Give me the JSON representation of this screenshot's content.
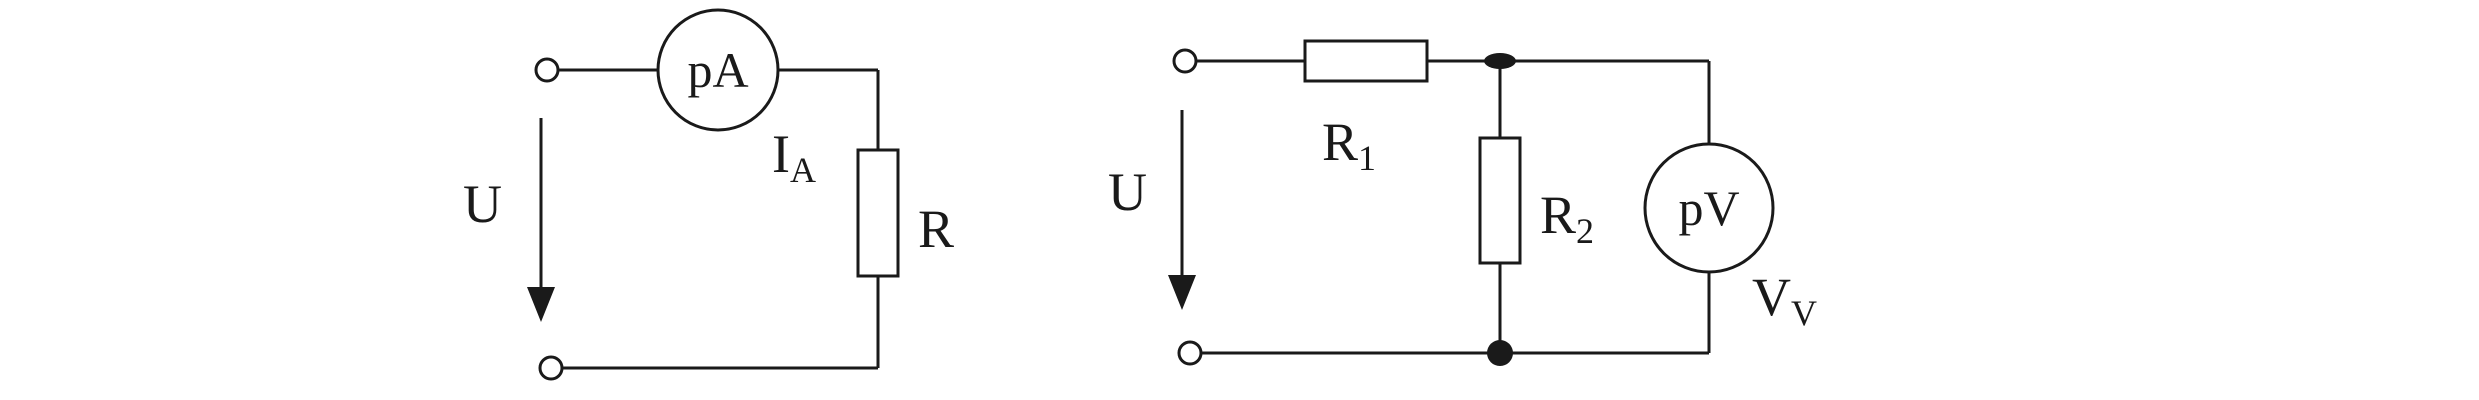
{
  "circuit_a": {
    "voltage_label": "U",
    "ammeter_label": "pA",
    "current_main": "I",
    "current_sub": "A",
    "resistor_label": "R"
  },
  "circuit_b": {
    "voltage_label": "U",
    "r1_main": "R",
    "r1_sub": "1",
    "r2_main": "R",
    "r2_sub": "2",
    "voltmeter_label": "pV",
    "vv_main": "V",
    "vv_sub": "V"
  }
}
